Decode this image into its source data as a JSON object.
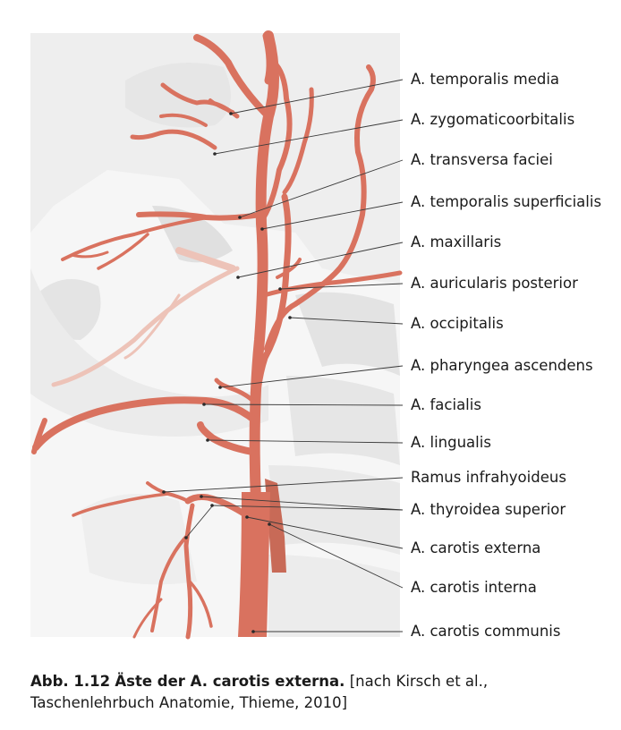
{
  "labels": [
    "A. temporalis media",
    "A. zygomaticoorbitalis",
    "A. transversa faciei",
    "A. temporalis superficialis",
    "A. maxillaris",
    "A. auricularis posterior",
    "A. occipitalis",
    "A. pharyngea ascendens",
    "A. facialis",
    "A. lingualis",
    "Ramus infrahyoideus",
    "A. thyroidea superior",
    "A. carotis externa",
    "A. carotis interna",
    "A. carotis communis"
  ],
  "caption": {
    "number": "Abb. 1.12",
    "title": "Äste der A. carotis externa.",
    "source": "[nach Kirsch et al., Taschenlehrbuch Anatomie, Thieme, 2010]"
  },
  "colors": {
    "artery": "#d9725f",
    "artery_dark": "#c25e4c",
    "faded_artery": "#edc3b8",
    "bone": "#ededed",
    "bone_edge": "#d6d6d6"
  }
}
